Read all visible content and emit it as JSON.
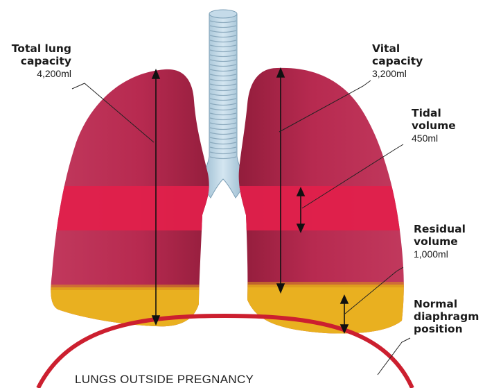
{
  "labels": {
    "total_lung_capacity": {
      "title": "Total lung capacity",
      "value": "4,200ml"
    },
    "vital_capacity": {
      "title": "Vital capacity",
      "value": "3,200ml"
    },
    "tidal_volume": {
      "title": "Tidal volume",
      "value": "450ml"
    },
    "residual_volume": {
      "title": "Residual volume",
      "value": "1,000ml"
    },
    "normal_diaphragm_position": {
      "title": "Normal diaphragm position"
    }
  },
  "caption": "LUNGS OUTSIDE PREGNANCY",
  "colors": {
    "lung_main": "#b8294f",
    "lung_band": "#e21f4a",
    "lung_base": "#e8ae1e",
    "trachea": "#a9c9dc",
    "diaphragm": "#cc1f2f",
    "arrow": "#111111"
  }
}
